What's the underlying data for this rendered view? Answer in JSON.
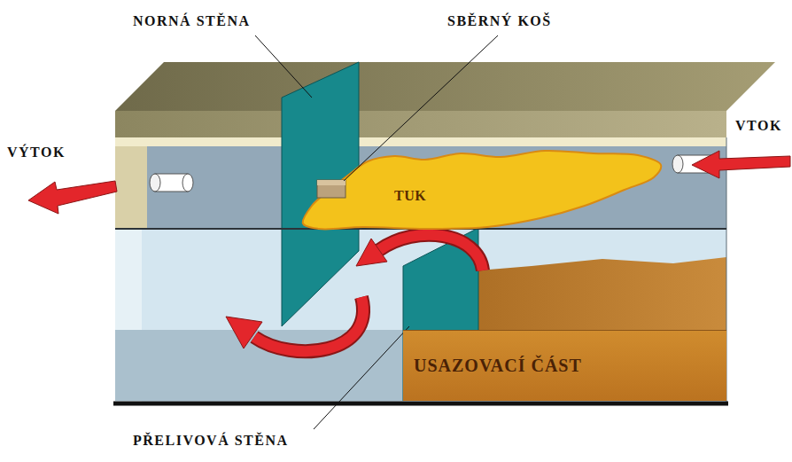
{
  "diagram": {
    "nodes": [
      {
        "text": [
          "TUK"
        ]
      },
      {
        "text": [
          "USAZOVACÍ ČÁST"
        ]
      }
    ],
    "labels": [
      "NORNÁ STĚNA",
      "SBĚRNÝ KOŠ",
      "VÝTOK",
      "VTOK",
      "PŘELIVOVÁ STĚNA"
    ]
  }
}
